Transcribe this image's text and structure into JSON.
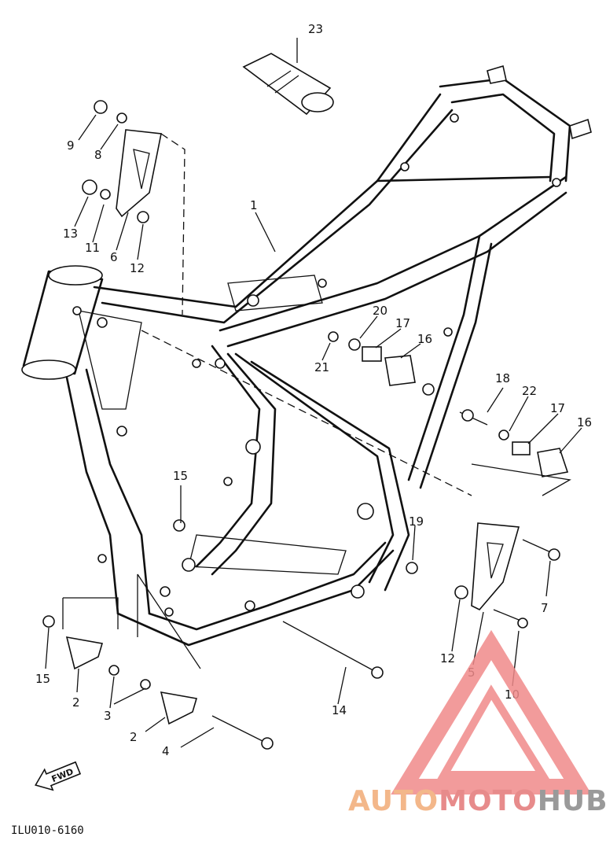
{
  "diagram_code": "ILU010-6160",
  "fwd_label": "FWD",
  "watermark": {
    "part1": "AUTO",
    "part2": "MOTO",
    "part3": "HUB",
    "color_triangle": "#f08a8a",
    "color_auto": "#f3b78a",
    "color_hub": "#9a9a9a"
  },
  "callouts": {
    "c1": "1",
    "c2a": "2",
    "c2b": "2",
    "c3": "3",
    "c4": "4",
    "c5": "5",
    "c6": "6",
    "c7": "7",
    "c8": "8",
    "c9": "9",
    "c10": "10",
    "c11": "11",
    "c12a": "12",
    "c12b": "12",
    "c13": "13",
    "c14": "14",
    "c15a": "15",
    "c15b": "15",
    "c16a": "16",
    "c16b": "16",
    "c17a": "17",
    "c17b": "17",
    "c18": "18",
    "c19": "19",
    "c20": "20",
    "c21": "21",
    "c22": "22",
    "c23": "23"
  }
}
